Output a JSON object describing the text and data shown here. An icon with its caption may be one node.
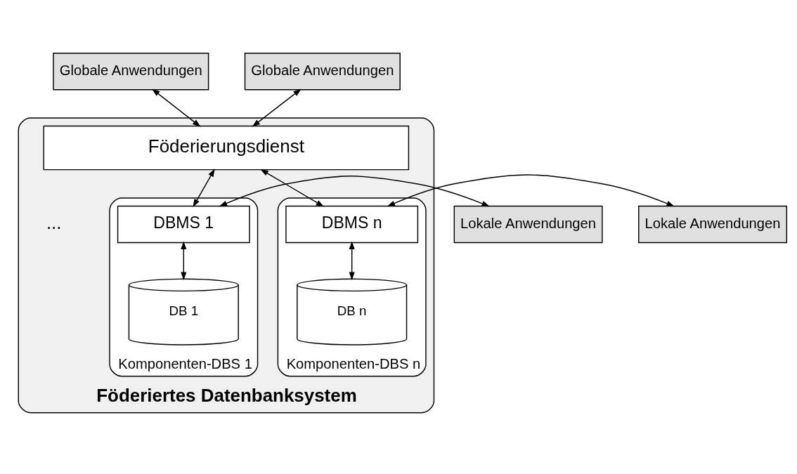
{
  "diagram": {
    "nodes": [
      {
        "text": [
          "Globale Anwendungen"
        ]
      },
      {
        "text": [
          "Globale Anwendungen"
        ]
      },
      {
        "text": [
          "Föderiertes Datenbanksystem"
        ]
      },
      {
        "text": [
          "Föderierungsdienst"
        ],
        "in": 2
      },
      {
        "text": [
          "Komponenten-DBS 1"
        ],
        "in": 2
      },
      {
        "text": [
          "DBMS 1"
        ],
        "in": 4
      },
      {
        "text": [
          "DB 1"
        ],
        "in": 4
      },
      {
        "text": [
          "Komponenten-DBS n"
        ],
        "in": 2
      },
      {
        "text": [
          "DBMS n"
        ],
        "in": 7
      },
      {
        "text": [
          "DB n"
        ],
        "in": 7
      },
      {
        "text": [
          "Lokale Anwendungen"
        ]
      },
      {
        "text": [
          "Lokale Anwendungen"
        ]
      }
    ],
    "edges": [
      {
        "from": 0,
        "to": 3,
        "arrow": "both"
      },
      {
        "from": 1,
        "to": 3,
        "arrow": "both"
      },
      {
        "from": 3,
        "to": 5,
        "arrow": "both"
      },
      {
        "from": 3,
        "to": 8,
        "arrow": "both"
      },
      {
        "from": 10,
        "to": 5,
        "arrow": "both"
      },
      {
        "from": 8,
        "to": 11,
        "arrow": "both"
      },
      {
        "from": 5,
        "to": 6,
        "arrow": "both"
      },
      {
        "from": 8,
        "to": 9,
        "arrow": "both"
      }
    ],
    "labels": [
      "..."
    ]
  }
}
